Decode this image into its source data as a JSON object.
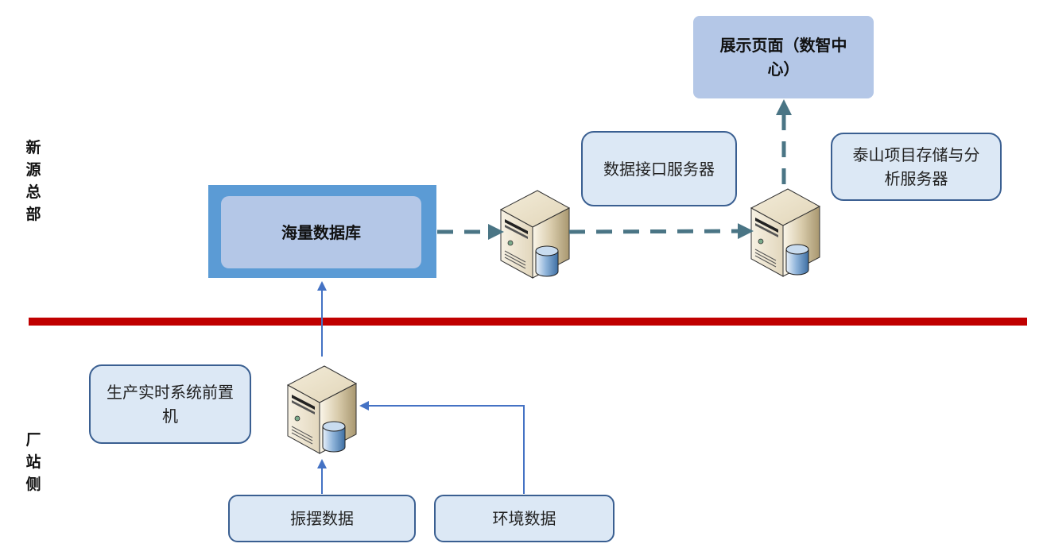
{
  "zones": {
    "top_label": "新源总部",
    "bottom_label": "厂站侧"
  },
  "nodes": {
    "display_page": "展示页面（数智中心）",
    "database": "海量数据库",
    "interface_server_label": "数据接口服务器",
    "storage_server_label": "泰山项目存储与分析服务器",
    "frontend_label": "生产实时系统前置机",
    "vibration_data": "振摆数据",
    "environment_data": "环境数据"
  },
  "colors": {
    "divider": "#c00000",
    "dashed_arrow": "#4a7585",
    "solid_arrow": "#4472c4",
    "box_fill": "#dce8f5",
    "box_border": "#3a5f91",
    "accent_fill": "#b4c7e7",
    "db_frame": "#5b9bd5"
  }
}
